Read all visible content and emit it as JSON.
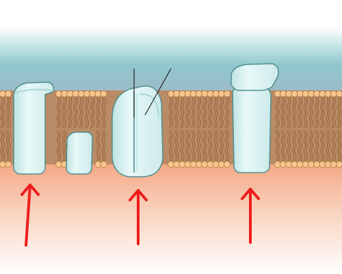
{
  "diagram": {
    "kind": "cell-membrane-protein-illustration",
    "colors": {
      "extracellular_top": "#ffffff",
      "extracellular_band": "#8fc8ce",
      "cytoplasm": "#f4b89a",
      "lipid_head": "#f6c48f",
      "lipid_head_outline": "#b07a3a",
      "lipid_tail": "#8a5a2a",
      "protein_fill": "#dff3f3",
      "protein_outline": "#4e8f8f",
      "arrow": "#ee1c1c",
      "pointer_line": "#222222"
    },
    "proteins": [
      {
        "name": "integral-protein-left",
        "kind": "integral"
      },
      {
        "name": "peripheral-protein-inner",
        "kind": "peripheral"
      },
      {
        "name": "channel-protein",
        "kind": "channel"
      },
      {
        "name": "integral-protein-right",
        "kind": "integral"
      },
      {
        "name": "peripheral-protein-outer",
        "kind": "peripheral"
      }
    ],
    "arrows": [
      {
        "name": "arrow-1",
        "color": "#ee1c1c"
      },
      {
        "name": "arrow-2",
        "color": "#ee1c1c"
      },
      {
        "name": "arrow-3",
        "color": "#ee1c1c"
      }
    ],
    "pointer_lines": 2
  }
}
